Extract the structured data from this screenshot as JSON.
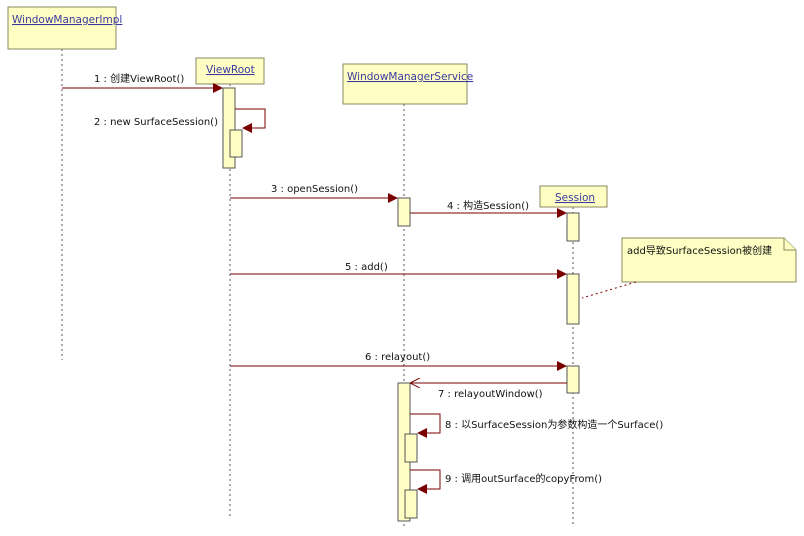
{
  "diagram": {
    "objects": [
      {
        "id": "wmi",
        "label": "WindowManagerImpl"
      },
      {
        "id": "vr",
        "label": "ViewRoot"
      },
      {
        "id": "wms",
        "label": "WindowManagerService"
      },
      {
        "id": "sess",
        "label": "Session"
      }
    ],
    "messages": [
      {
        "id": "m1",
        "label": "1 : 创建ViewRoot()"
      },
      {
        "id": "m2",
        "label": "2 : new SurfaceSession()"
      },
      {
        "id": "m3",
        "label": "3 : openSession()"
      },
      {
        "id": "m4",
        "label": "4 : 构造Session()"
      },
      {
        "id": "m5",
        "label": "5 : add()"
      },
      {
        "id": "m6",
        "label": "6 : relayout()"
      },
      {
        "id": "m7",
        "label": "7 : relayoutWindow()"
      },
      {
        "id": "m8",
        "label": "8 : 以SurfaceSession为参数构造一个Surface()"
      },
      {
        "id": "m9",
        "label": "9 : 调用outSurface的copyFrom()"
      }
    ],
    "note": {
      "text": "add导致SurfaceSession被创建"
    },
    "colors": {
      "box_fill": "#ffffc4",
      "message_line": "#7a0000",
      "object_label": "#3a3aa0"
    }
  }
}
